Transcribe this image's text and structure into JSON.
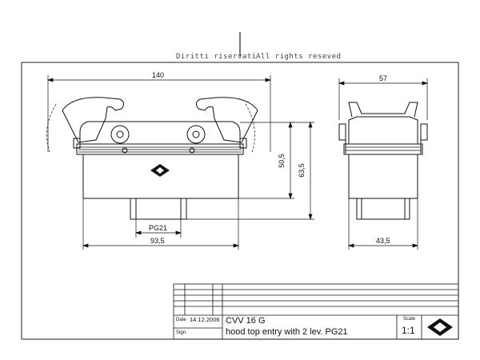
{
  "header": {
    "rights_it": "Diritti riservati",
    "rights_en": "All rights reseved"
  },
  "dimensions": {
    "front_width": "140",
    "side_width": "57",
    "height_inner": "50,5",
    "height_total": "63,5",
    "thread": "PG21",
    "base_width": "93,5",
    "side_base_width": "43,5"
  },
  "title_block": {
    "date_label": "Date",
    "date_value": "14.12.2006",
    "sign_label": "Sign.",
    "code": "CVV 16 G",
    "description": "hood top entry with 2 lev. PG21",
    "scale_label": "Scale",
    "scale_value": "1:1"
  },
  "icons": {
    "logo": "ilme-diamond-logo"
  },
  "colors": {
    "line": "#111111",
    "frame": "#222222"
  }
}
